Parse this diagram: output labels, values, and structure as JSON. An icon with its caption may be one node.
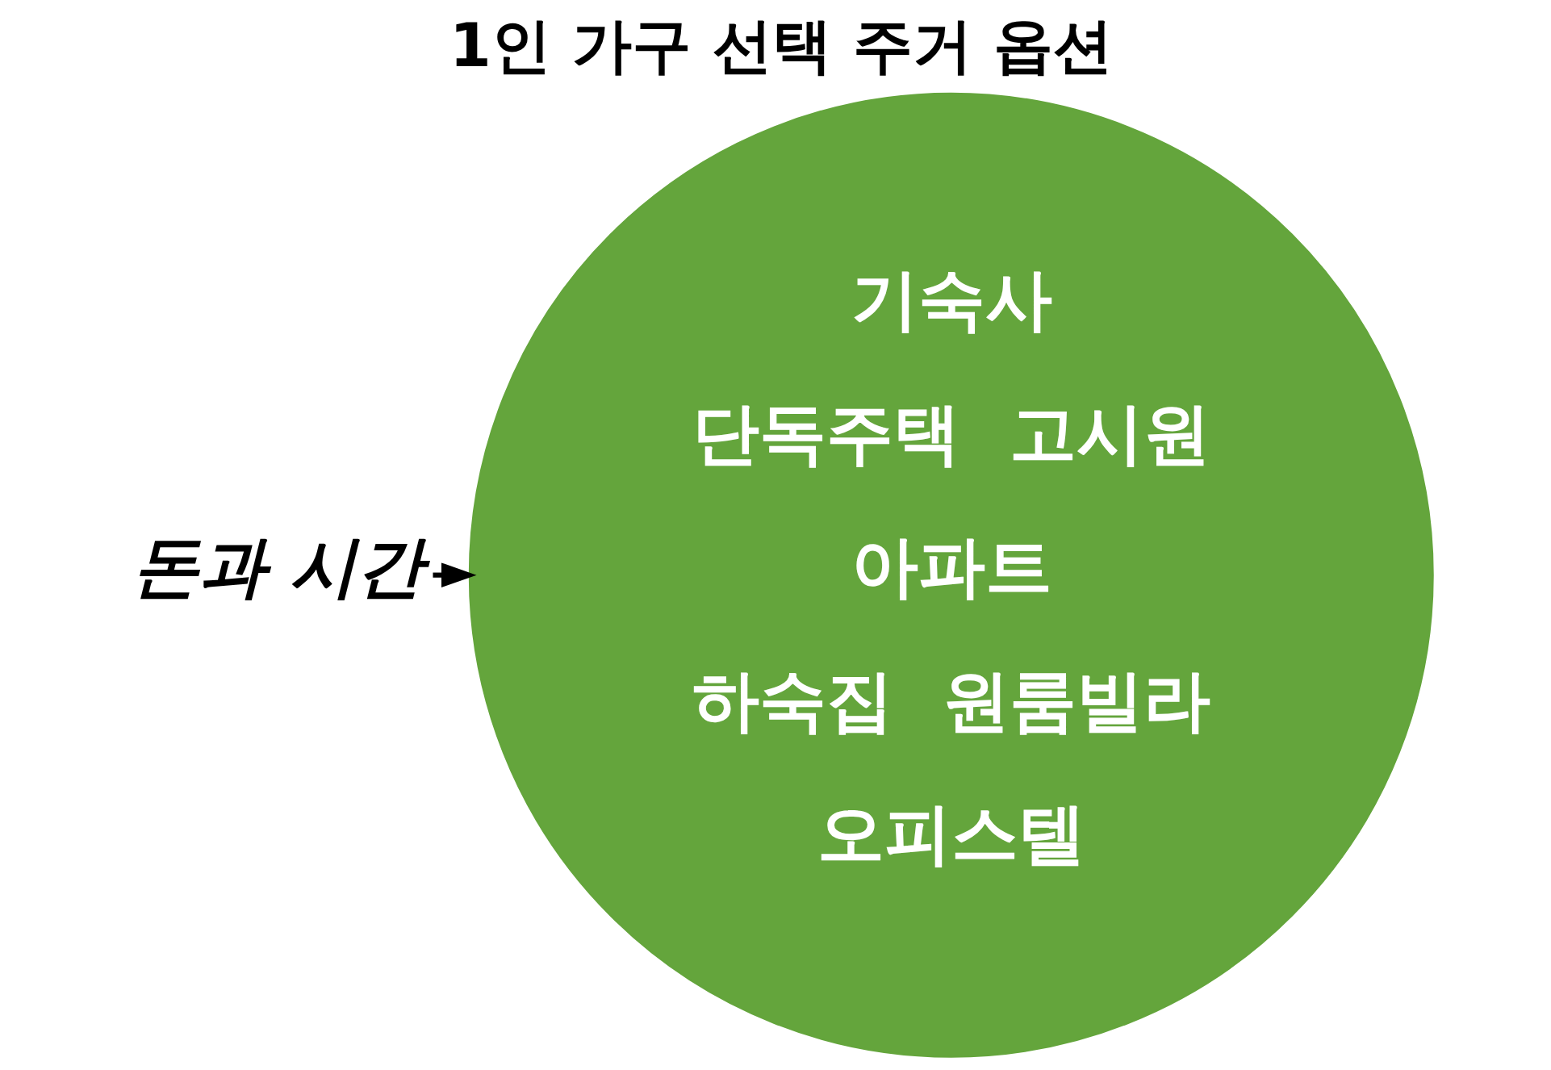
{
  "diagram": {
    "title": "1인 가구 선택 주거 옵션",
    "nodes": [
      {
        "text": [
          "돈과 시간"
        ]
      },
      {
        "text": [
          "기숙사",
          "단독주택",
          "고시원",
          "아파트",
          "하숙집",
          "원룸빌라",
          "오피스텔"
        ]
      }
    ],
    "edges": [
      {
        "from": 0,
        "to": 1,
        "arrow": "to"
      }
    ]
  }
}
